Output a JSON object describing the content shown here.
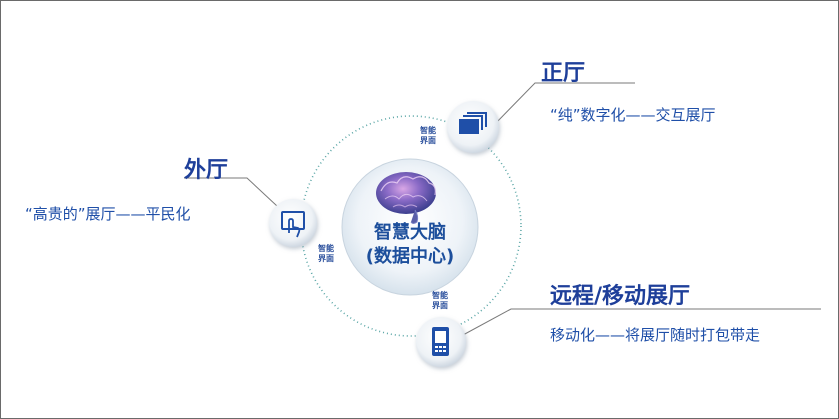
{
  "center": {
    "line1": "智慧大脑",
    "line2": "(数据中心)"
  },
  "nodes": {
    "main_hall": {
      "title": "正厅",
      "description": "“纯”数字化——交互展厅",
      "icon": "windows-stack-icon",
      "badge": [
        "智能",
        "界面"
      ]
    },
    "outer_hall": {
      "title": "外厅",
      "description": "“高贵的”展厅——平民化",
      "icon": "touch-screen-icon",
      "badge": [
        "智能",
        "界面"
      ]
    },
    "remote_hall": {
      "title": "远程/移动展厅",
      "description": "移动化——将展厅随时打包带走",
      "icon": "mobile-phone-icon",
      "badge": [
        "智能",
        "界面"
      ]
    }
  },
  "colors": {
    "title": "#1e3f9a",
    "text": "#1f4fa8",
    "ring": "#5aa6a6",
    "icon": "#1f4fa8"
  }
}
